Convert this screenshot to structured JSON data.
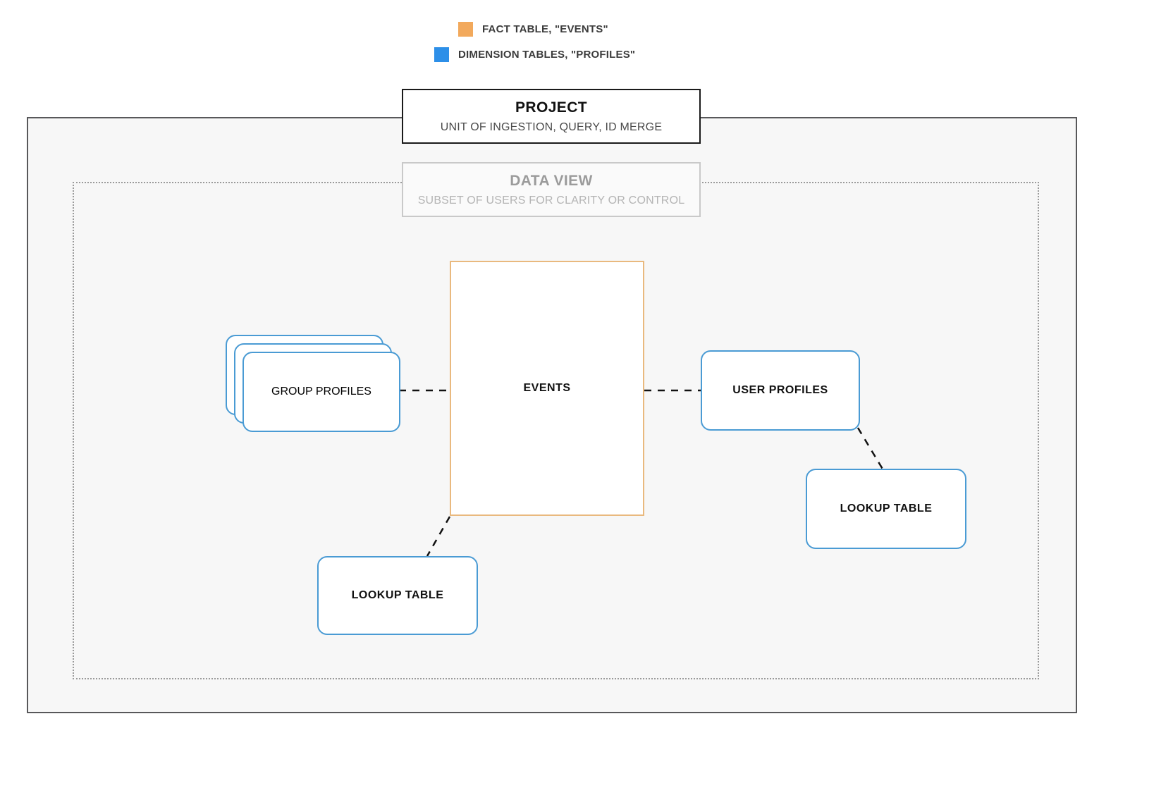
{
  "legend": {
    "items": [
      {
        "icon": "orange-square-swatch",
        "color": "#F2A95C",
        "label": "FACT TABLE, \"EVENTS\""
      },
      {
        "icon": "blue-square-swatch",
        "color": "#2D8FE8",
        "label": "DIMENSION TABLES, \"PROFILES\""
      }
    ]
  },
  "project": {
    "title": "PROJECT",
    "subtitle": "UNIT OF INGESTION, QUERY, ID MERGE",
    "border_color": "#1A1A1A"
  },
  "dataview": {
    "title": "DATA VIEW",
    "subtitle": "SUBSET OF USERS FOR CLARITY OR CONTROL",
    "border_color": "#C9C9C9"
  },
  "nodes": {
    "events": {
      "label": "EVENTS",
      "type": "fact-table",
      "border_color": "#E9B97E"
    },
    "group_profiles": {
      "label": "GROUP PROFILES",
      "type": "dimension-table-stack",
      "border_color": "#4A9BD4",
      "stack_count": 3
    },
    "user_profiles": {
      "label": "USER PROFILES",
      "type": "dimension-table",
      "border_color": "#4A9BD4"
    },
    "lookup_table_left": {
      "label": "LOOKUP TABLE",
      "type": "lookup-table",
      "border_color": "#4A9BD4"
    },
    "lookup_table_right": {
      "label": "LOOKUP TABLE",
      "type": "lookup-table",
      "border_color": "#4A9BD4"
    }
  },
  "connectors": [
    {
      "name": "group-profiles-to-events",
      "style": "dashed",
      "color": "#111111"
    },
    {
      "name": "events-to-user-profiles",
      "style": "dashed",
      "color": "#111111"
    },
    {
      "name": "events-to-lookup-table-left",
      "style": "dashed",
      "color": "#111111"
    },
    {
      "name": "user-profiles-to-lookup-table-right",
      "style": "dashed",
      "color": "#111111"
    }
  ]
}
